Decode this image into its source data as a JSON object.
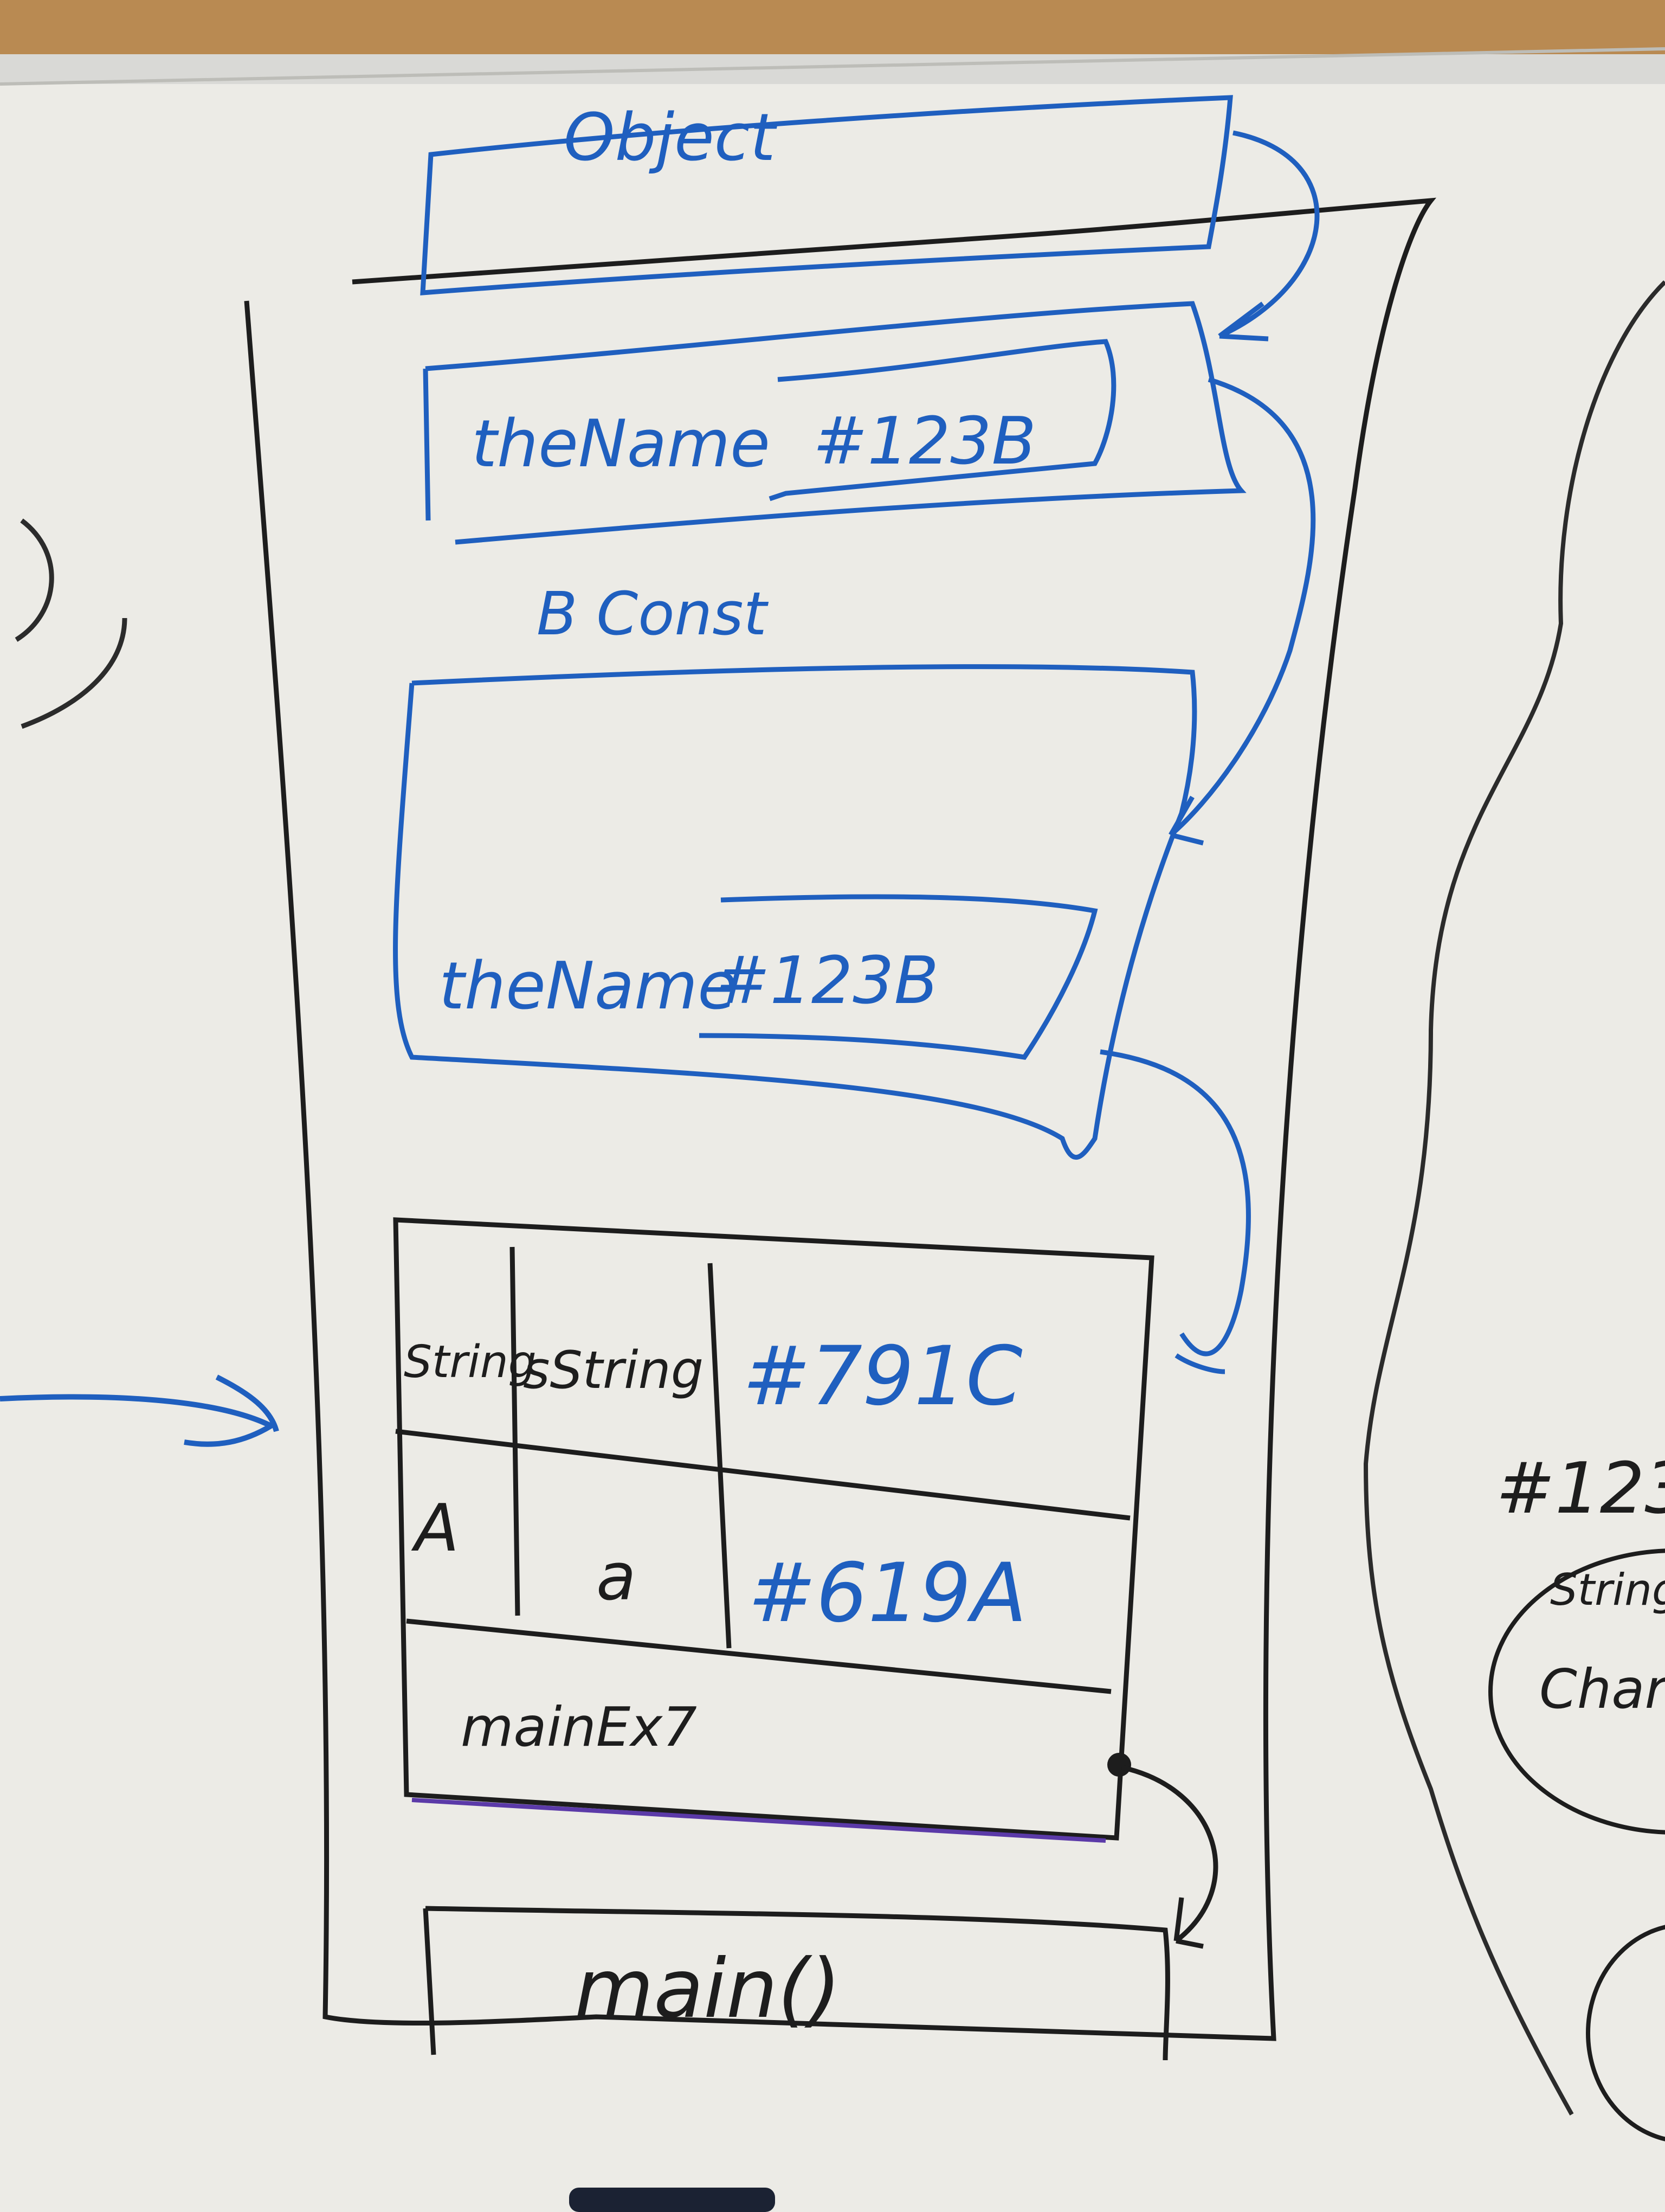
{
  "scene": {
    "colors": {
      "cork": "#b98a52",
      "frame": "#d9d9d6",
      "board": "#ecebe6",
      "marker_blue": "#1f5fbf",
      "marker_black": "#1d1d1d"
    }
  },
  "labels": {
    "object_frame": "Object",
    "constructor_frame": "B Const",
    "field_top": "theName",
    "ref_top": "#123B",
    "field_mid": "theName",
    "ref_mid": "#123B",
    "main_frame": "main()",
    "main_frame_label": "mainEx7"
  },
  "table": {
    "header": [
      "String",
      "sString",
      "#791C"
    ],
    "row": [
      "A",
      "a",
      "#619A"
    ]
  },
  "right_edge": {
    "heap_ref": "#123",
    "obj_type": "String",
    "obj_value": "Charl"
  }
}
